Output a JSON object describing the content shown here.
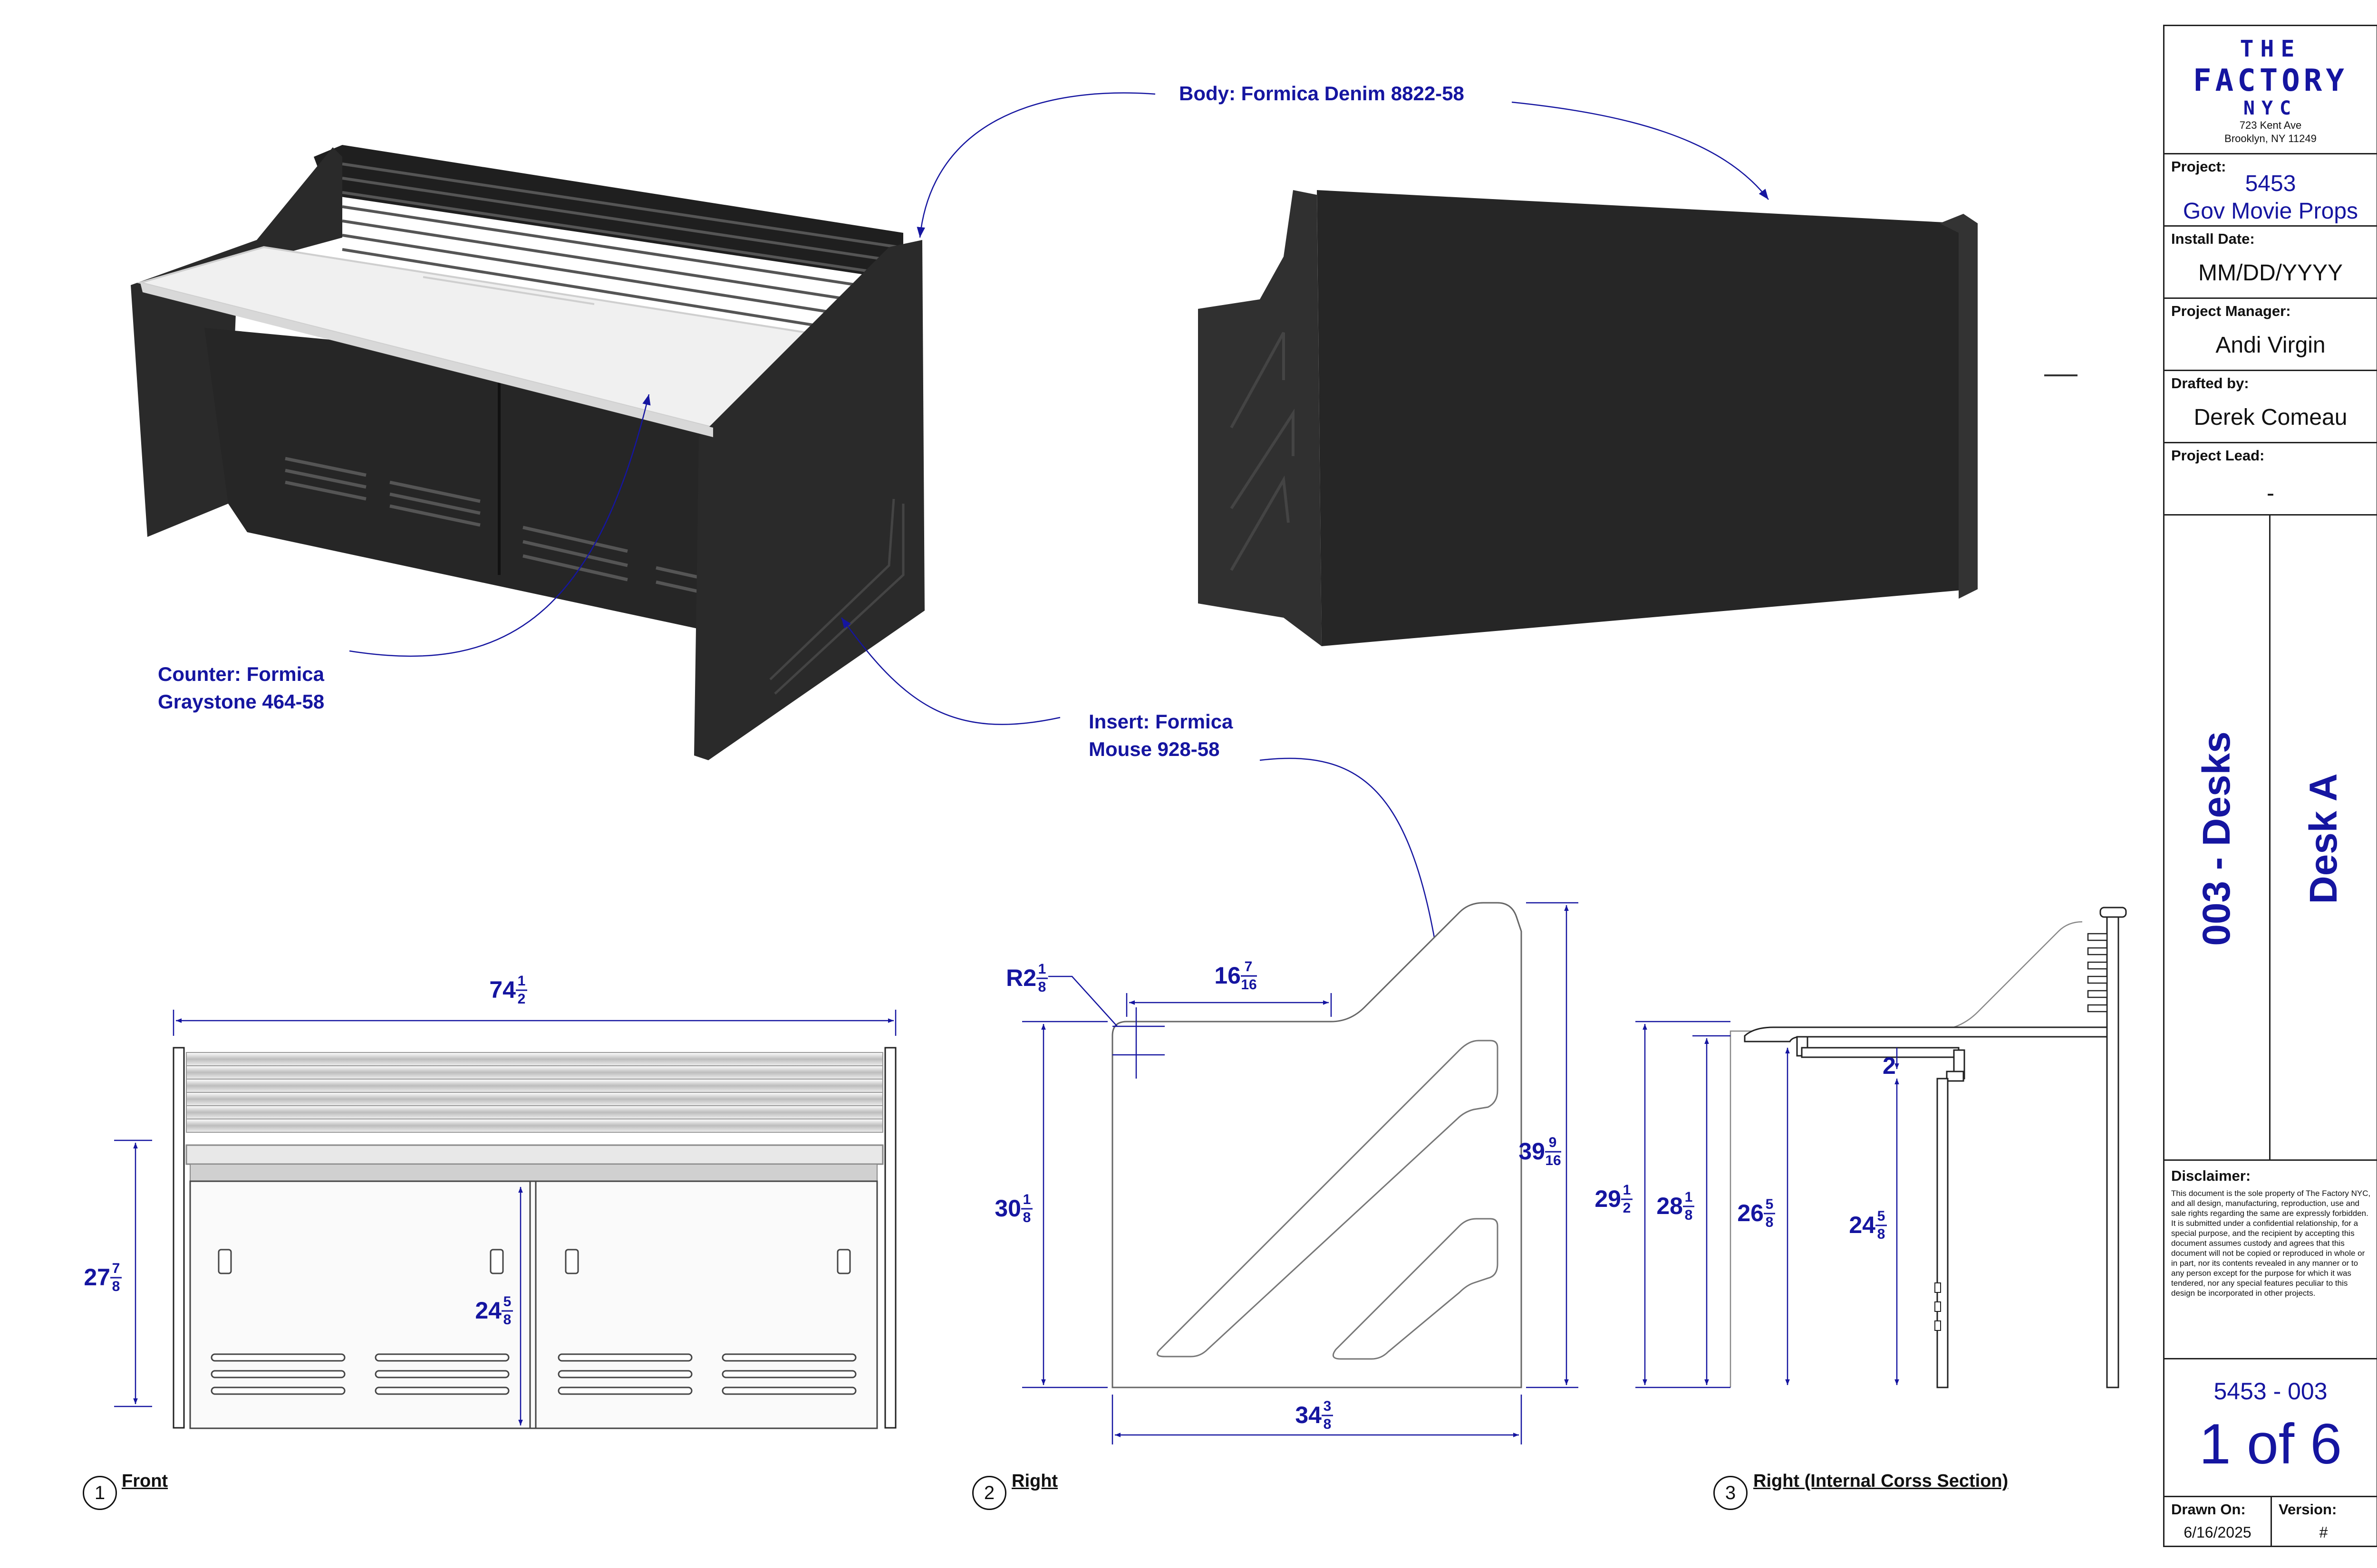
{
  "callouts": {
    "body": "Body: Formica Denim 8822-58",
    "counter_line1": "Counter: Formica",
    "counter_line2": "Graystone 464-58",
    "insert_line1": "Insert: Formica",
    "insert_line2": "Mouse 928-58"
  },
  "views": [
    {
      "number": "1",
      "label": "Front"
    },
    {
      "number": "2",
      "label": "Right"
    },
    {
      "number": "3",
      "label": "Right (Internal Corss Section)"
    }
  ],
  "dimensions": {
    "front_width": {
      "whole": "74",
      "num": "1",
      "den": "2"
    },
    "front_height": {
      "whole": "27",
      "num": "7",
      "den": "8"
    },
    "front_knee": {
      "whole": "24",
      "num": "5",
      "den": "8"
    },
    "right_radius": {
      "prefix": "R",
      "whole": "2",
      "num": "1",
      "den": "8"
    },
    "right_top_flat": {
      "whole": "16",
      "num": "7",
      "den": "16"
    },
    "right_side_height": {
      "whole": "30",
      "num": "1",
      "den": "8"
    },
    "right_total_height": {
      "whole": "39",
      "num": "9",
      "den": "16"
    },
    "right_depth": {
      "whole": "34",
      "num": "3",
      "den": "8"
    },
    "section_total": {
      "whole": "29",
      "num": "1",
      "den": "2"
    },
    "section_counter": {
      "whole": "28",
      "num": "1",
      "den": "8"
    },
    "section_under": {
      "whole": "26",
      "num": "5",
      "den": "8"
    },
    "section_knee": {
      "whole": "24",
      "num": "5",
      "den": "8"
    },
    "section_gap": {
      "whole": "2"
    }
  },
  "title_block": {
    "logo_the": "THE",
    "logo_factory": "FACTORY",
    "logo_nyc": "NYC",
    "address_line1": "723 Kent Ave",
    "address_line2": "Brooklyn, NY 11249",
    "project_caption": "Project:",
    "project_number": "5453",
    "project_name": "Gov Movie Props",
    "install_caption": "Install Date:",
    "install_date": "MM/DD/YYYY",
    "manager_caption": "Project Manager:",
    "manager": "Andi Virgin",
    "drafted_caption": "Drafted by:",
    "drafted": "Derek Comeau",
    "lead_caption": "Project Lead:",
    "lead": "-",
    "category": "003 - Desks",
    "item": "Desk A",
    "disclaimer_caption": "Disclaimer:",
    "disclaimer": "This document is the sole property of The Factory NYC, and all design, manufacturing, reproduction, use and sale rights regarding the same are expressly forbidden. It is submitted under a confidential relationship, for a special purpose, and the recipient by accepting this document assumes custody and agrees that this document will not be copied or reproduced in whole or in part, nor its contents revealed in any manner or to any person except for the purpose for which it was tendered, nor any special features peculiar to this design be incorporated in other projects.",
    "drawing_number": "5453 - 003",
    "sheet_of": "1 of 6",
    "drawn_caption": "Drawn On:",
    "drawn_on": "6/16/2025",
    "version_caption": "Version:",
    "version": "#"
  },
  "colors": {
    "annotation": "#1515a0",
    "body": "#2c2c2c",
    "counter": "#f2f2f2",
    "line": "#222222"
  }
}
